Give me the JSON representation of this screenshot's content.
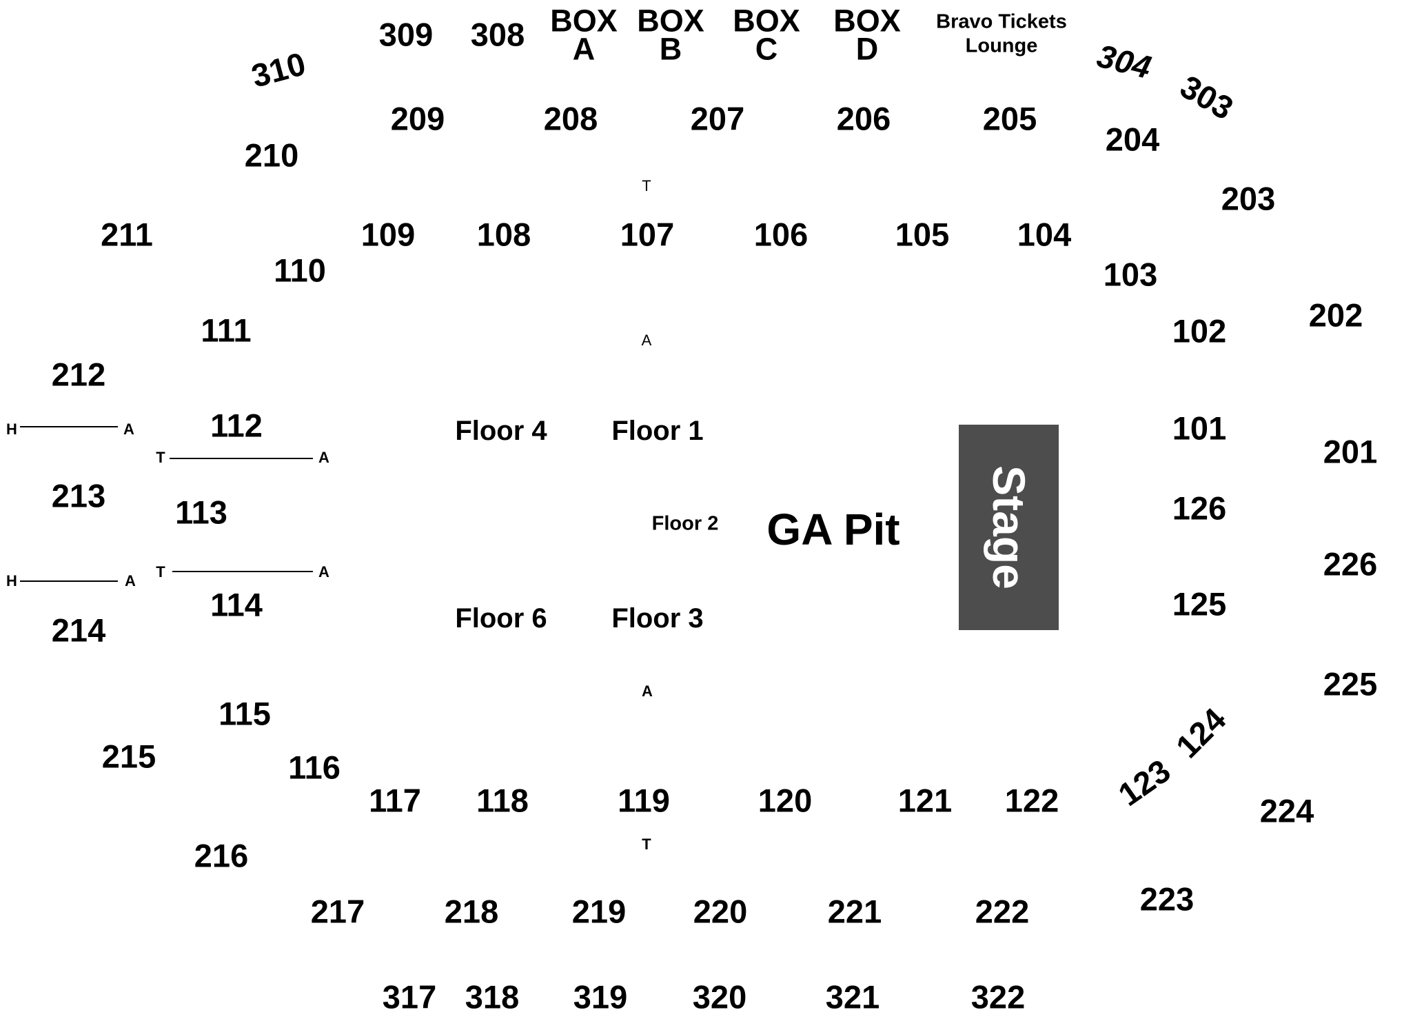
{
  "stage": {
    "label": "Stage",
    "fill": "#4d4d4d",
    "text_color": "#ffffff"
  },
  "ga_pit": "GA Pit",
  "floors": {
    "f1": "Floor 1",
    "f2": "Floor 2",
    "f3": "Floor 3",
    "f4": "Floor 4",
    "f6": "Floor 6"
  },
  "boxes": {
    "a": "BOX\nA",
    "b": "BOX\nB",
    "c": "BOX\nC",
    "d": "BOX\nD"
  },
  "lounge": "Bravo Tickets\nLounge",
  "sections_300": {
    "s303": "303",
    "s304": "304",
    "s308": "308",
    "s309": "309",
    "s310": "310",
    "s317": "317",
    "s318": "318",
    "s319": "319",
    "s320": "320",
    "s321": "321",
    "s322": "322"
  },
  "sections_200": {
    "s201": "201",
    "s202": "202",
    "s203": "203",
    "s204": "204",
    "s205": "205",
    "s206": "206",
    "s207": "207",
    "s208": "208",
    "s209": "209",
    "s210": "210",
    "s211": "211",
    "s212": "212",
    "s213": "213",
    "s214": "214",
    "s215": "215",
    "s216": "216",
    "s217": "217",
    "s218": "218",
    "s219": "219",
    "s220": "220",
    "s221": "221",
    "s222": "222",
    "s223": "223",
    "s224": "224",
    "s225": "225",
    "s226": "226"
  },
  "sections_100": {
    "s101": "101",
    "s102": "102",
    "s103": "103",
    "s104": "104",
    "s105": "105",
    "s106": "106",
    "s107": "107",
    "s108": "108",
    "s109": "109",
    "s110": "110",
    "s111": "111",
    "s112": "112",
    "s113": "113",
    "s114": "114",
    "s115": "115",
    "s116": "116",
    "s117": "117",
    "s118": "118",
    "s119": "119",
    "s120": "120",
    "s121": "121",
    "s122": "122",
    "s123": "123",
    "s124": "124",
    "s125": "125",
    "s126": "126"
  },
  "markers": {
    "t": "T",
    "a": "A",
    "h": "H"
  }
}
